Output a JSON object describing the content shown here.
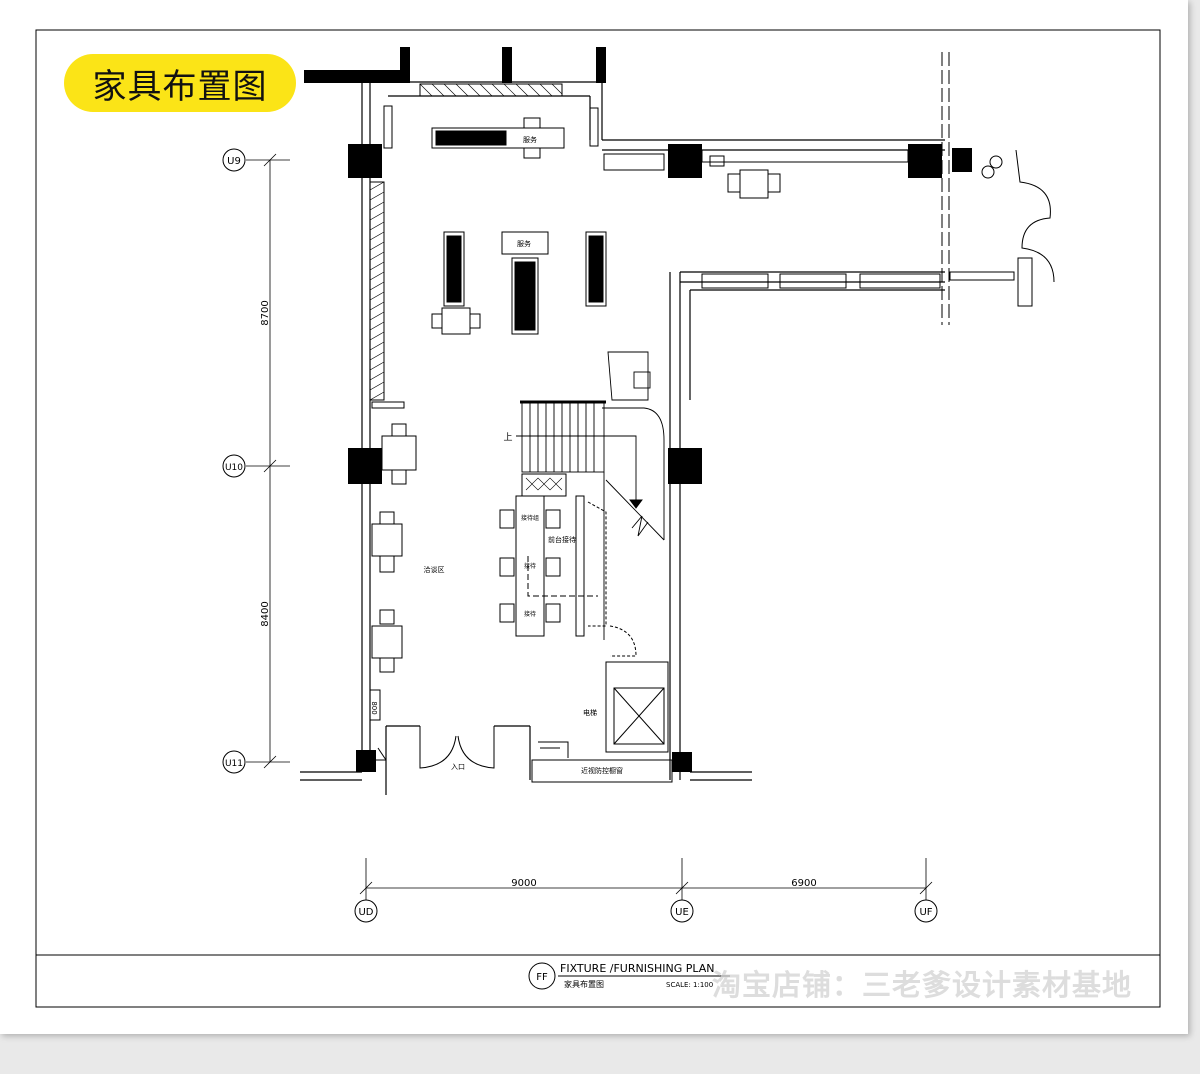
{
  "badge": {
    "title": "家具布置图"
  },
  "grid": {
    "rows": [
      {
        "id": "U9"
      },
      {
        "id": "U10"
      },
      {
        "id": "U11"
      }
    ],
    "cols": [
      {
        "id": "UD"
      },
      {
        "id": "UE"
      },
      {
        "id": "UF"
      }
    ],
    "vertical_dims": [
      "8700",
      "8400"
    ],
    "horizontal_dims": [
      "9000",
      "6900"
    ]
  },
  "room_labels": {
    "service_top": "服务",
    "service_mid": "服务",
    "waiting_area": "洽谈区",
    "front_desk": "前台接待",
    "consult_1": "接待组",
    "consult_2": "接待",
    "consult_3": "接待",
    "elevator": "电梯",
    "entrance": "入口",
    "window": "近视防控橱窗",
    "stair_up": "上"
  },
  "title_block": {
    "symbol": "FF",
    "title_en": "FIXTURE /FURNISHING PLAN",
    "title_cn": "家具布置图",
    "scale": "SCALE: 1:100"
  },
  "watermark": "淘宝店铺：三老爹设计素材基地",
  "colors": {
    "badge": "#fbe417",
    "line": "#000000"
  }
}
